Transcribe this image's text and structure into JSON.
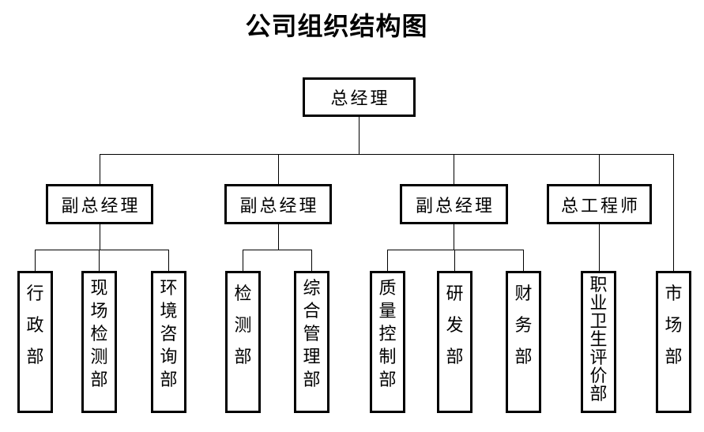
{
  "title": "公司组织结构图",
  "diagram": {
    "type": "org-chart",
    "colors": {
      "background": "#ffffff",
      "border": "#000000",
      "line": "#000000",
      "text": "#000000"
    },
    "root": {
      "id": "general-manager",
      "label": "总经理"
    },
    "level2": [
      {
        "id": "deputy-gm-1",
        "label": "副总经理",
        "parent": "general-manager"
      },
      {
        "id": "deputy-gm-2",
        "label": "副总经理",
        "parent": "general-manager"
      },
      {
        "id": "deputy-gm-3",
        "label": "副总经理",
        "parent": "general-manager"
      },
      {
        "id": "chief-engineer",
        "label": "总工程师",
        "parent": "general-manager"
      }
    ],
    "departments": [
      {
        "id": "administration",
        "label": "行政部",
        "parent": "deputy-gm-1"
      },
      {
        "id": "onsite-testing",
        "label": "现场检测部",
        "parent": "deputy-gm-1"
      },
      {
        "id": "environmental-consulting",
        "label": "环境咨询部",
        "parent": "deputy-gm-1"
      },
      {
        "id": "testing",
        "label": "检测部",
        "parent": "deputy-gm-2"
      },
      {
        "id": "general-management",
        "label": "综合管理部",
        "parent": "deputy-gm-2"
      },
      {
        "id": "quality-control",
        "label": "质量控制部",
        "parent": "deputy-gm-3"
      },
      {
        "id": "research-development",
        "label": "研发部",
        "parent": "deputy-gm-3"
      },
      {
        "id": "finance",
        "label": "财务部",
        "parent": "deputy-gm-3"
      },
      {
        "id": "occupational-health-evaluation",
        "label": "职业卫生评价部",
        "parent": "chief-engineer"
      },
      {
        "id": "market",
        "label": "市场部",
        "parent": "general-manager"
      }
    ]
  }
}
